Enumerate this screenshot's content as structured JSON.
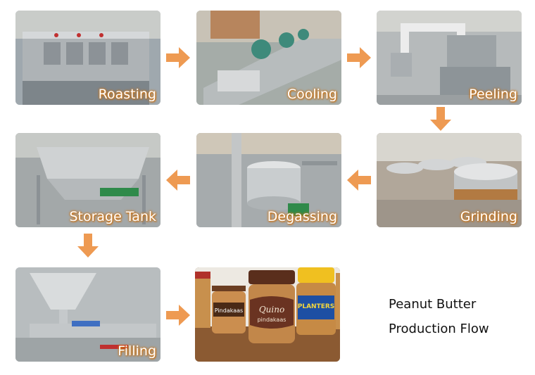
{
  "steps": [
    {
      "id": "roasting",
      "label": "Roasting"
    },
    {
      "id": "cooling",
      "label": "Cooling"
    },
    {
      "id": "peeling",
      "label": "Peeling"
    },
    {
      "id": "grinding",
      "label": "Grinding"
    },
    {
      "id": "degassing",
      "label": "Degassing"
    },
    {
      "id": "storage-tank",
      "label": "Storage Tank"
    },
    {
      "id": "filling",
      "label": "Filling"
    },
    {
      "id": "products",
      "label": ""
    }
  ],
  "jar_labels": {
    "quino": "Quino",
    "pindakaas": "pindakaas",
    "planters": "PLANTERS",
    "small_pindakaas": "Pindakaas"
  },
  "title": {
    "line1": "Peanut Butter",
    "line2": "Production Flow"
  },
  "colors": {
    "arrow": "#ee9a52",
    "caption_glow": "#d07a1e"
  }
}
